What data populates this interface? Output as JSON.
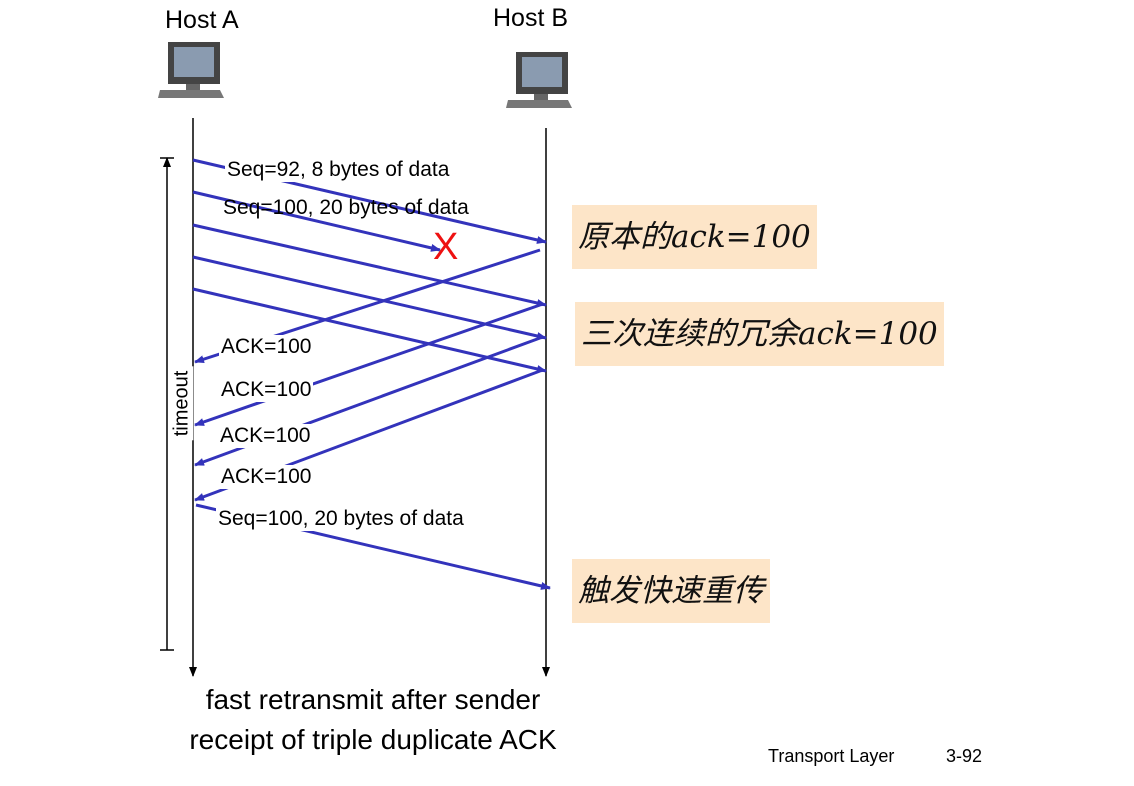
{
  "hosts": {
    "a": "Host A",
    "b": "Host B"
  },
  "timer_label": "timeout",
  "segments": {
    "seq92": "Seq=92, 8 bytes of data",
    "seq100": "Seq=100, 20 bytes of data",
    "retransmit": "Seq=100, 20 bytes of data",
    "loss_mark": "X"
  },
  "acks": [
    "ACK=100",
    "ACK=100",
    "ACK=100",
    "ACK=100"
  ],
  "notes": {
    "original_ack": "原本的ack=100",
    "triple_dup": "三次连续的冗余ack=100",
    "fast_retransmit": "触发快速重传"
  },
  "caption": [
    "fast retransmit after sender",
    "receipt of triple duplicate ACK"
  ],
  "footer": {
    "section": "Transport Layer",
    "page": "3-92"
  },
  "colors": {
    "arrow": "#3333bb",
    "loss": "#ee1111",
    "note_bg": "#fde5c8"
  }
}
